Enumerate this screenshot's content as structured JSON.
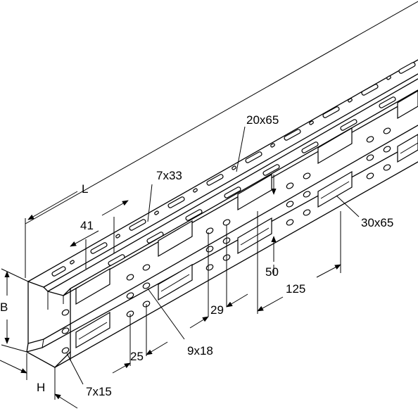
{
  "labels": {
    "L": "L",
    "d41": "41",
    "h7x33": "7x33",
    "h20x65": "20x65",
    "h30x65": "30x65",
    "d50": "50",
    "d125": "125",
    "d29": "29",
    "h9x18": "9x18",
    "d25": "25",
    "B": "B",
    "H": "H",
    "h7x15": "7x15"
  }
}
